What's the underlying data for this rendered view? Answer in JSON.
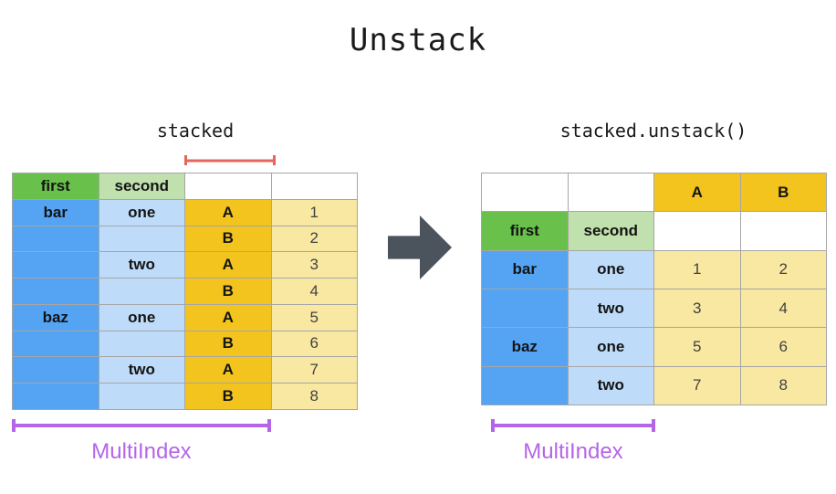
{
  "title": "Unstack",
  "colors": {
    "green": "#69c04b",
    "light_green": "#c0e1ad",
    "blue": "#55a4f4",
    "light_blue": "#bedcfa",
    "gold": "#f2c41d",
    "pale_yellow": "#f9e8a2",
    "purple_accent": "#b565e8",
    "red_accent": "#e5655c",
    "arrow_gray": "#4b535c",
    "cell_border": "#a6a6a6"
  },
  "left": {
    "label": "stacked",
    "multiindex_label": "MultiIndex",
    "table": {
      "header": [
        "first",
        "second",
        "",
        ""
      ],
      "rows": [
        [
          "bar",
          "one",
          "A",
          "1"
        ],
        [
          "",
          "",
          "B",
          "2"
        ],
        [
          "",
          "two",
          "A",
          "3"
        ],
        [
          "",
          "",
          "B",
          "4"
        ],
        [
          "baz",
          "one",
          "A",
          "5"
        ],
        [
          "",
          "",
          "B",
          "6"
        ],
        [
          "",
          "two",
          "A",
          "7"
        ],
        [
          "",
          "",
          "B",
          "8"
        ]
      ]
    }
  },
  "right": {
    "label": "stacked.unstack()",
    "multiindex_label": "MultiIndex",
    "table": {
      "header": [
        "",
        "",
        "A",
        "B"
      ],
      "subheader": [
        "first",
        "second",
        "",
        ""
      ],
      "rows": [
        [
          "bar",
          "one",
          "1",
          "2"
        ],
        [
          "",
          "two",
          "3",
          "4"
        ],
        [
          "baz",
          "one",
          "5",
          "6"
        ],
        [
          "",
          "two",
          "7",
          "8"
        ]
      ]
    }
  }
}
